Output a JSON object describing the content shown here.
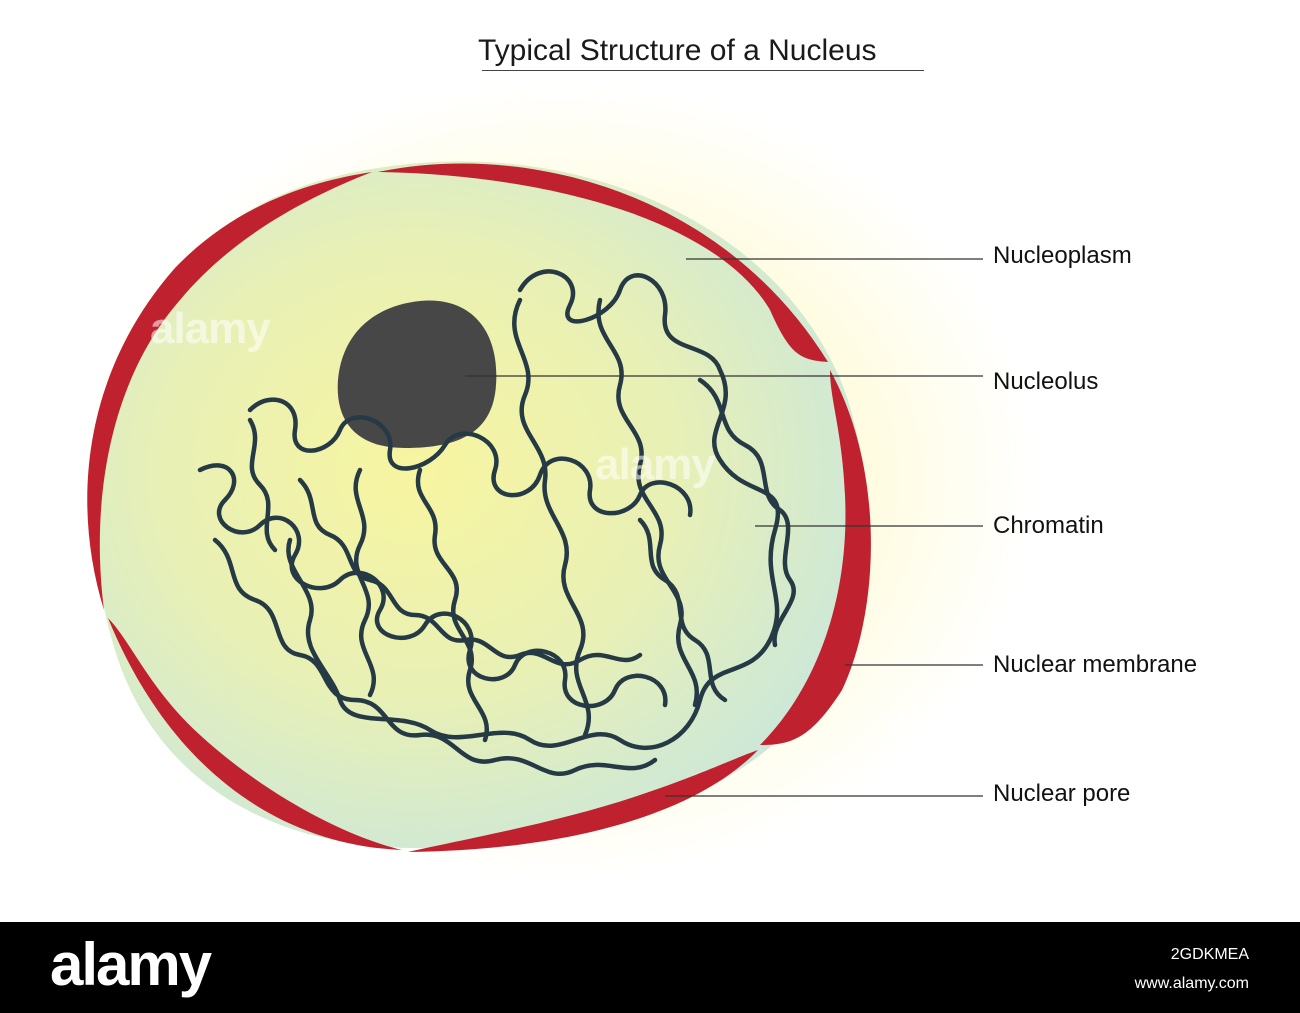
{
  "title": "Typical Structure of a Nucleus",
  "labels": {
    "nucleoplasm": "Nucleoplasm",
    "nucleolus": "Nucleolus",
    "chromatin": "Chromatin",
    "nuclear_membrane": "Nuclear membrane",
    "nuclear_pore": "Nuclear pore"
  },
  "watermark": "alamy",
  "footer": {
    "brand": "alamy",
    "image_id": "2GDKMEA",
    "url": "www.alamy.com"
  },
  "colors": {
    "membrane": "#c0212f",
    "nucleoplasm_center": "#f4f3a6",
    "nucleoplasm_edge": "#cde9d7",
    "nucleolus": "#474747",
    "chromatin": "#253a45",
    "background_glow": "#fff6a3"
  }
}
